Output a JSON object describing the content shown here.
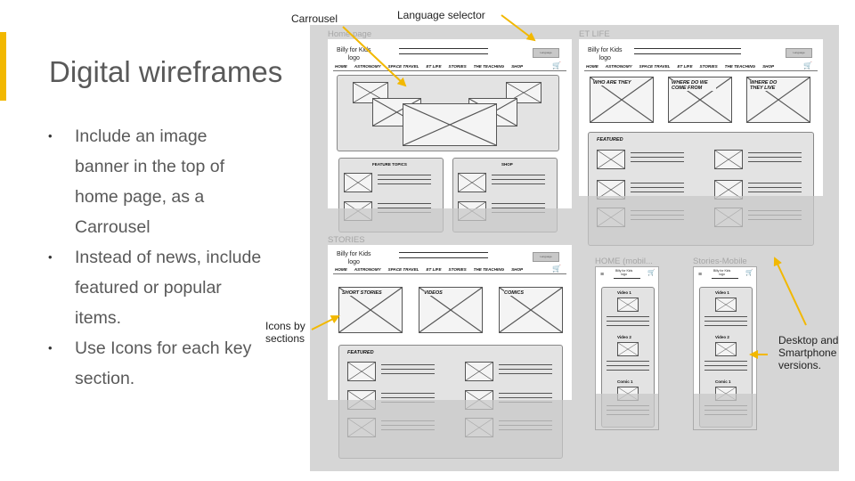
{
  "slide": {
    "title": "Digital wireframes",
    "bullets": [
      {
        "lines": [
          "Include an image",
          "banner in the top of",
          "home page, as a",
          "Carrousel"
        ]
      },
      {
        "lines": [
          "Instead of news, include",
          "featured or popular",
          "items."
        ]
      },
      {
        "lines": [
          "Use Icons for each key",
          "section."
        ]
      }
    ]
  },
  "annotations": {
    "carrousel": "Carrousel",
    "language_selector": "Language selector",
    "icons_by_sections": [
      "Icons by",
      "sections"
    ],
    "desktop_smartphone": [
      "Desktop and",
      "Smartphone",
      "versions."
    ]
  },
  "wireframes": {
    "logo": [
      "Billy for Kids",
      "logo"
    ],
    "language_button": "Language",
    "nav": [
      "HOME",
      "ASTRONOMY",
      "SPACE TRAVEL",
      "ET LIFE",
      "STORIES",
      "THE TEACHING",
      "SHOP"
    ],
    "home": {
      "label": "Home page",
      "feature_topics": "FEATURE TOPICS",
      "shop": "SHOP"
    },
    "et_life": {
      "label": "ET LIFE",
      "icons": [
        "WHO ARE THEY",
        "WHERE DO WE COME FROM",
        "WHERE DO THEY LIVE"
      ],
      "featured": "FEATURED"
    },
    "stories": {
      "label": "STORIES",
      "icons": [
        "SHORT STORIES",
        "VIDEOS",
        "COMICS"
      ],
      "featured": "FEATURED"
    },
    "home_mobile": {
      "label": "HOME (mobil...",
      "logo": [
        "Billy for Kids",
        "logo"
      ],
      "items": [
        "Video 1",
        "Video 2",
        "Comic 1"
      ]
    },
    "stories_mobile": {
      "label": "Stories-Mobile",
      "logo": [
        "Billy for Kids",
        "logo"
      ],
      "items": [
        "Video 1",
        "Video 2",
        "Comic 1"
      ]
    }
  },
  "colors": {
    "accent": "#f2b800",
    "arrow": "#f2b800",
    "title": "#595959"
  }
}
